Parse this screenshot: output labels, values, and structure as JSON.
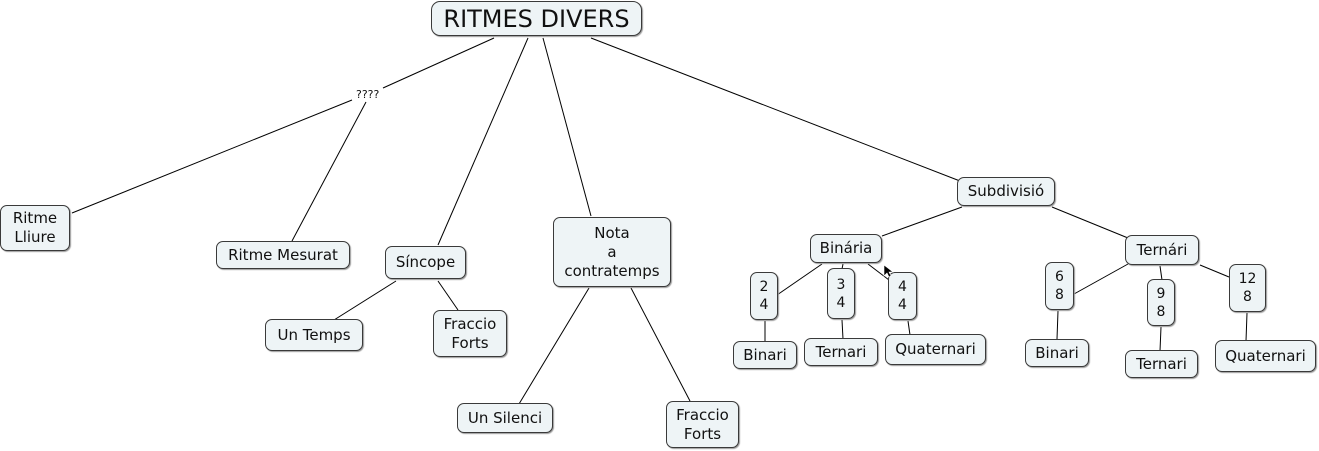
{
  "title": "RITMES DIVERS",
  "linking_phrase": "????",
  "nodes": {
    "ritme_lliure": "Ritme\nLliure",
    "ritme_mesurat": "Ritme Mesurat",
    "sincope": "Síncope",
    "un_temps": "Un Temps",
    "fraccio_forts_1": "Fraccio\nForts",
    "nota_contratemps": "Nota\na\ncontratemps",
    "un_silenci": "Un Silenci",
    "fraccio_forts_2": "Fraccio\nForts",
    "subdivisio": "Subdivisió",
    "binaria": "Binária",
    "ternari_group": "Ternári",
    "m_2_4": "2\n4",
    "m_3_4": "3\n4",
    "m_4_4": "4\n4",
    "binari_1": "Binari",
    "ternari_1": "Ternari",
    "quaternari_1": "Quaternari",
    "m_6_8": "6\n8",
    "m_9_8": "9\n8",
    "m_12_8": "12\n8",
    "binari_2": "Binari",
    "ternari_2": "Ternari",
    "quaternari_2": "Quaternari"
  },
  "icons": {
    "cursor": "mouse-pointer-icon"
  }
}
